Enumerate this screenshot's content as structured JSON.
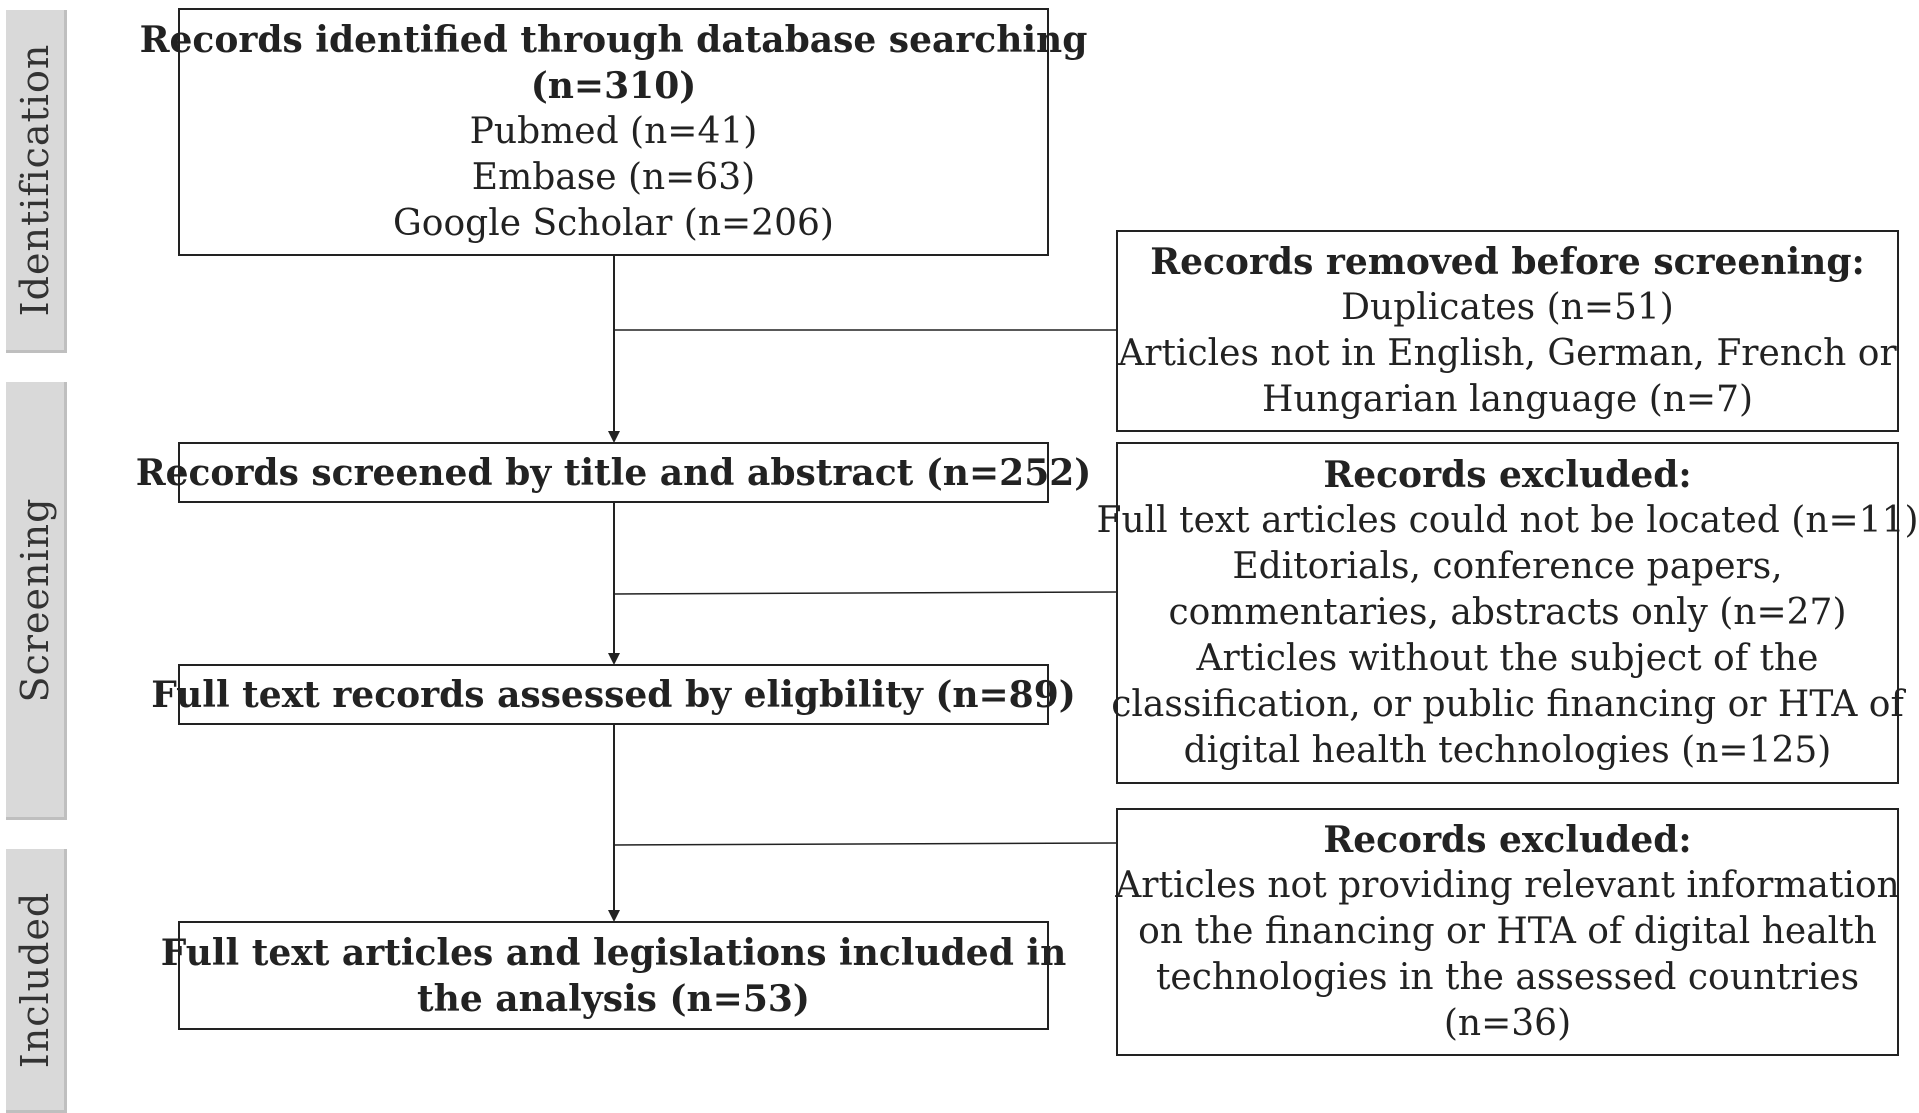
{
  "phases": {
    "identification": "Identification",
    "screening": "Screening",
    "included": "Included"
  },
  "boxes": {
    "identified": {
      "title_line1": "Records identified through database searching",
      "title_line2": "(n=310)",
      "lines": [
        "Pubmed (n=41)",
        "Embase (n=63)",
        "Google Scholar (n=206)"
      ]
    },
    "removed": {
      "title": "Records removed before screening:",
      "lines": [
        "Duplicates (n=51)",
        "Articles not in English, German, French or",
        "Hungarian language (n=7)"
      ]
    },
    "screened": {
      "title": "Records screened by title and abstract (n=252)"
    },
    "excluded1": {
      "title": "Records excluded:",
      "lines": [
        "Full text articles could not be located (n=11)",
        "Editorials, conference papers,",
        "commentaries, abstracts only (n=27)",
        "Articles without the subject of the",
        "classification, or public financing or HTA of",
        "digital health technologies (n=125)"
      ]
    },
    "assessed": {
      "title": "Full text records assessed by eligbility (n=89)"
    },
    "excluded2": {
      "title": "Records excluded:",
      "lines": [
        "Articles not providing relevant information",
        "on the financing or HTA of digital health",
        "technologies in the assessed countries",
        "(n=36)"
      ]
    },
    "included": {
      "title_line1": "Full text articles and legislations included in",
      "title_line2": "the analysis (n=53)"
    }
  }
}
